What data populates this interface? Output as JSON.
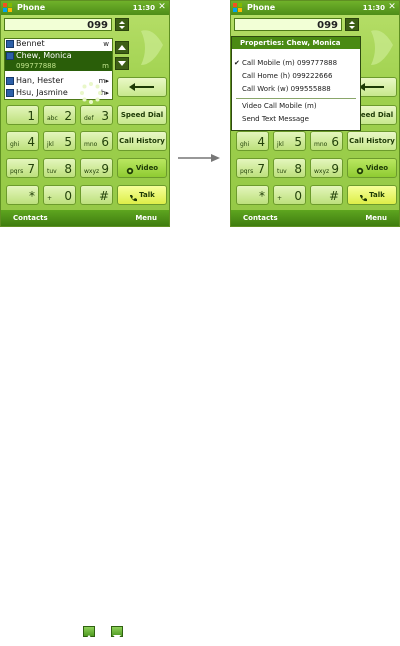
{
  "left_phone": {
    "title": "Phone",
    "status": "11:30",
    "dial_text": "099",
    "contacts": [
      {
        "name": "Bennet",
        "type": "w"
      },
      {
        "name": "Chew, Monica",
        "type": ""
      },
      {
        "name": "099777888",
        "type": "m"
      },
      {
        "name": "Han, Hester",
        "type": "m▸"
      },
      {
        "name": "Hsu, Jasmine",
        "type": "h▸"
      }
    ],
    "side_buttons": {
      "speed_dial": "Speed Dial",
      "call_history": "Call History",
      "video": "Video",
      "talk": "Talk"
    },
    "keypad": [
      {
        "main": "1",
        "sub": ""
      },
      {
        "main": "2",
        "sub": "abc"
      },
      {
        "main": "3",
        "sub": "def"
      },
      {
        "main": "4",
        "sub": "ghi"
      },
      {
        "main": "5",
        "sub": "jkl"
      },
      {
        "main": "6",
        "sub": "mno"
      },
      {
        "main": "7",
        "sub": "pqrs"
      },
      {
        "main": "8",
        "sub": "tuv"
      },
      {
        "main": "9",
        "sub": "wxyz"
      },
      {
        "main": "*",
        "sub": ""
      },
      {
        "main": "0",
        "sub": "+"
      },
      {
        "main": "#",
        "sub": ""
      }
    ],
    "softkeys": {
      "left": "Contacts",
      "right": "Menu"
    }
  },
  "right_phone": {
    "title": "Phone",
    "status": "11:30",
    "dial_text": "099",
    "menu": {
      "header": "Properties: Chew, Monica",
      "items": [
        {
          "label": "Call Mobile (m) 099777888",
          "checked": true
        },
        {
          "label": "Call Home (h) 099222666",
          "checked": false
        },
        {
          "label": "Call Work (w) 099555888",
          "checked": false
        },
        {
          "label": "Video Call Mobile (m)",
          "checked": false
        },
        {
          "label": "Send Text Message",
          "checked": false
        }
      ]
    },
    "side_buttons": {
      "speed_dial": "Speed Dial",
      "call_history": "Call History",
      "video": "Video",
      "talk": "Talk"
    },
    "keypad": [
      {
        "main": "1",
        "sub": ""
      },
      {
        "main": "2",
        "sub": "abc"
      },
      {
        "main": "3",
        "sub": "def"
      },
      {
        "main": "4",
        "sub": "ghi"
      },
      {
        "main": "5",
        "sub": "jkl"
      },
      {
        "main": "6",
        "sub": "mno"
      },
      {
        "main": "7",
        "sub": "pqrs"
      },
      {
        "main": "8",
        "sub": "tuv"
      },
      {
        "main": "9",
        "sub": "wxyz"
      },
      {
        "main": "*",
        "sub": ""
      },
      {
        "main": "0",
        "sub": "+"
      },
      {
        "main": "#",
        "sub": ""
      }
    ],
    "softkeys": {
      "left": "Contacts",
      "right": "Menu"
    }
  },
  "icons": {
    "close": "close-icon",
    "scroll_up": "scroll-up-icon",
    "scroll_down": "scroll-down-icon",
    "arrow": "right-arrow-icon"
  },
  "colors": {
    "accent": "#4e8d18",
    "selection": "#2a5e09",
    "talk": "#ddee48"
  }
}
